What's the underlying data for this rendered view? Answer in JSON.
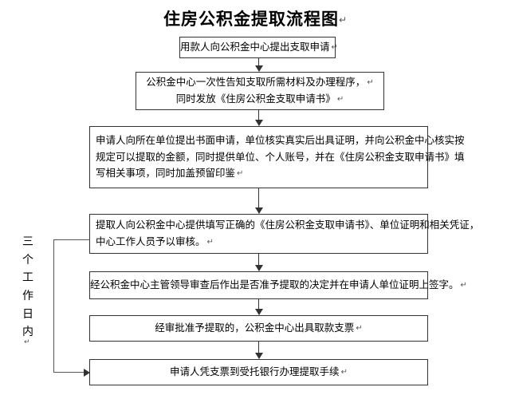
{
  "title": {
    "text": "住房公积金提取流程图",
    "paragraph_mark": "↵"
  },
  "side_annotation": {
    "characters": [
      "三",
      "个",
      "工",
      "作",
      "日",
      "内"
    ],
    "paragraph_mark": "↵"
  },
  "nodes": [
    {
      "id": "node-1",
      "align": "center",
      "lines": [
        "用款人向公积金中心提出支取申请"
      ],
      "paragraph_mark": "↵"
    },
    {
      "id": "node-2",
      "align": "center",
      "lines": [
        "公积金中心一次性告知支取所需材料及办理程序，",
        "同时发放《住房公积金支取申请书》"
      ],
      "paragraph_mark": "↵"
    },
    {
      "id": "node-3",
      "align": "left",
      "lines": [
        "申请人向所在单位提出书面申请，单位核实真实后出具证明，并向公积金中心核实按",
        "规定可以提取的金额，同时提供单位、个人账号，并在《住房公积金支取申请书》填",
        "写相关事项，同时加盖预留印鉴"
      ],
      "paragraph_mark": "↵"
    },
    {
      "id": "node-4",
      "align": "left",
      "lines": [
        "提取人向公积金中心提供填写正确的《住房公积金支取申请书》、单位证明和相关凭证，",
        "中心工作人员予以审核。"
      ],
      "paragraph_mark": "↵"
    },
    {
      "id": "node-5",
      "align": "center",
      "lines": [
        "经公积金中心主管领导审查后作出是否准予提取的决定并在申请人单位证明上签字。"
      ],
      "paragraph_mark": "↵"
    },
    {
      "id": "node-6",
      "align": "center",
      "lines": [
        "经审批准予提取的，公积金中心出具取款支票"
      ],
      "paragraph_mark": "↵"
    },
    {
      "id": "node-7",
      "align": "center",
      "lines": [
        "申请人凭支票到受托银行办理提取手续"
      ],
      "paragraph_mark": "↵"
    }
  ],
  "colors": {
    "background": "#ffffff",
    "box_border": "#333333",
    "connector": "#555555",
    "text": "#000000"
  }
}
